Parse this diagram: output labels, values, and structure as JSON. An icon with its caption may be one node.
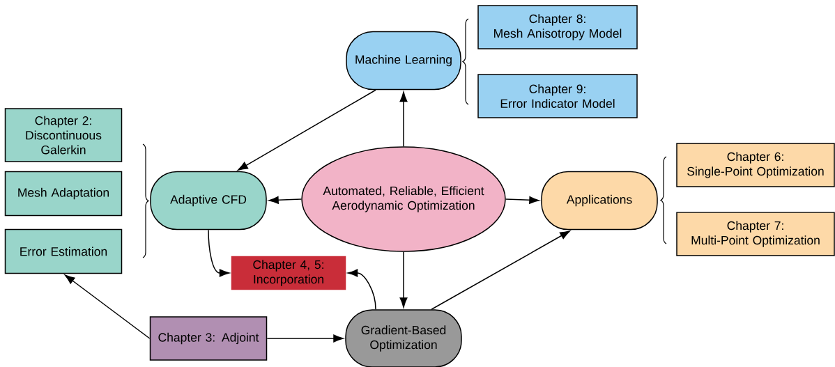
{
  "diagram": {
    "nodes": [
      {
        "text": [
          "Chapter 8:",
          "Mesh Anisotropy Model"
        ]
      },
      {
        "text": [
          "Machine Learning"
        ]
      },
      {
        "text": [
          "Chapter 9:",
          "Error Indicator Model"
        ]
      },
      {
        "text": [
          "Chapter 2:",
          "Discontinuous Galerkin"
        ]
      },
      {
        "text": [
          "Chapter 6:",
          "Single-Point Optimization"
        ]
      },
      {
        "text": [
          "Mesh Adaptation"
        ]
      },
      {
        "text": [
          "Adaptive CFD"
        ]
      },
      {
        "text": [
          "Automated, Reliable, Efficient Aerodynamic Optimization"
        ]
      },
      {
        "text": [
          "Applications"
        ]
      },
      {
        "text": [
          "Error Estimation"
        ]
      },
      {
        "text": [
          "Chapter 7:",
          "Multi-Point Optimization"
        ]
      },
      {
        "text": [
          "Chapter 4, 5:",
          "Incorporation"
        ]
      },
      {
        "text": [
          "Chapter 3: Adjoint"
        ]
      },
      {
        "text": [
          "Gradient-Based Optimization"
        ]
      }
    ],
    "edges": [
      {
        "from": 7,
        "to": 1,
        "arrow": "to"
      },
      {
        "from": 1,
        "to": 6,
        "arrow": "to"
      },
      {
        "from": 7,
        "to": 6,
        "arrow": "to"
      },
      {
        "from": 7,
        "to": 8,
        "arrow": "to"
      },
      {
        "from": 7,
        "to": 13,
        "arrow": "to"
      },
      {
        "from": 6,
        "to": 11,
        "arrow": "to"
      },
      {
        "from": 13,
        "to": 11,
        "arrow": "to"
      },
      {
        "from": 12,
        "to": 13,
        "arrow": "to"
      },
      {
        "from": 12,
        "to": 9,
        "arrow": "to"
      },
      {
        "from": 13,
        "to": 8,
        "arrow": "to"
      }
    ]
  }
}
